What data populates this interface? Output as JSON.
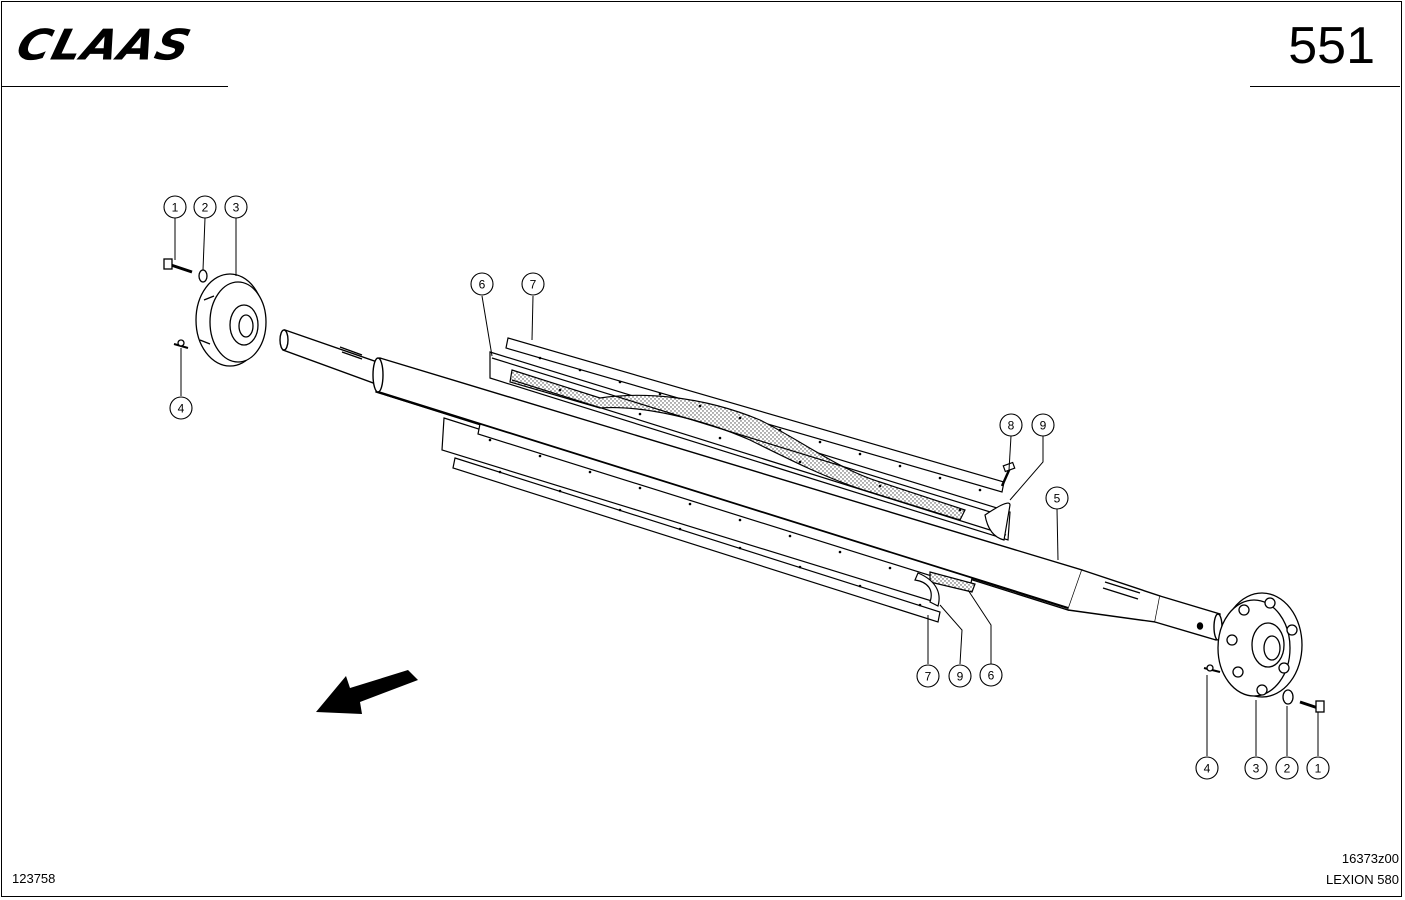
{
  "header": {
    "brand": "CLAAS",
    "page_number": "551"
  },
  "footer": {
    "drawing_id": "123758",
    "figure_code": "16373z00",
    "model": "LEXION 580"
  },
  "callouts": {
    "left_hub": [
      "1",
      "2",
      "3",
      "4"
    ],
    "top_assembly": [
      "6",
      "7",
      "8",
      "9",
      "5"
    ],
    "bottom_assembly": [
      "7",
      "9",
      "6"
    ],
    "right_hub": [
      "4",
      "3",
      "2",
      "1"
    ]
  }
}
